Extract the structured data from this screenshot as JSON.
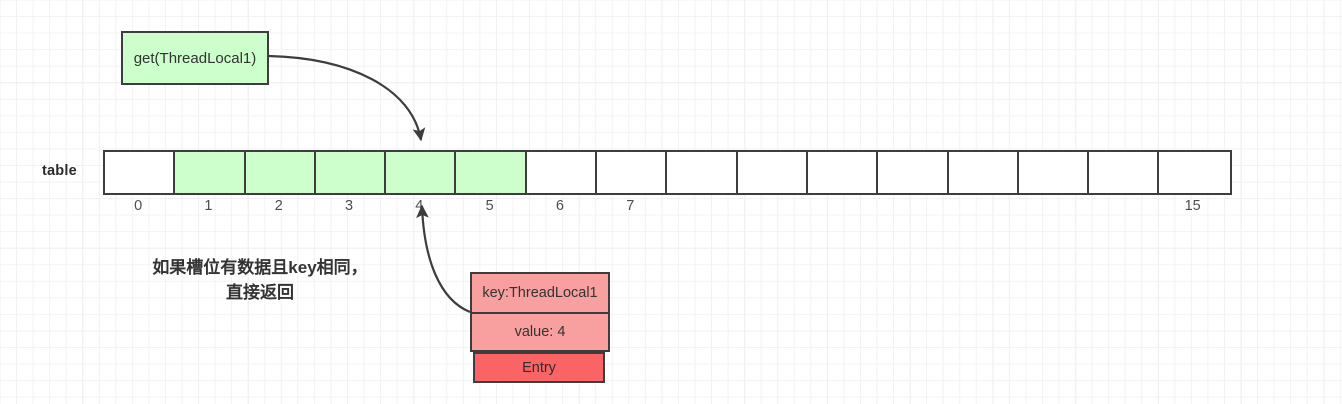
{
  "diagram": {
    "title_box": {
      "label": "get(ThreadLocal1)"
    },
    "table": {
      "label": "table",
      "slot_count": 16,
      "filled_slots": [
        1,
        2,
        3,
        4,
        5
      ],
      "indices": [
        {
          "slot": 0,
          "label": "0"
        },
        {
          "slot": 1,
          "label": "1"
        },
        {
          "slot": 2,
          "label": "2"
        },
        {
          "slot": 3,
          "label": "3"
        },
        {
          "slot": 4,
          "label": "4"
        },
        {
          "slot": 5,
          "label": "5"
        },
        {
          "slot": 6,
          "label": "6"
        },
        {
          "slot": 7,
          "label": "7"
        },
        {
          "slot": 15,
          "label": "15"
        }
      ]
    },
    "note": {
      "line1": "如果槽位有数据且key相同，",
      "line2": "直接返回"
    },
    "entry": {
      "key_label": "key:ThreadLocal1",
      "value_label": "value: 4",
      "type_label": "Entry"
    },
    "colors": {
      "green_fill": "#ccffcc",
      "red_fill": "#f8a0a0",
      "red_dark_fill": "#fa6464",
      "stroke": "#3d3d3d",
      "grid_line": "#eeeeee"
    },
    "arrows": [
      {
        "name": "call-to-slot4",
        "from": "get(ThreadLocal1)",
        "to": "slot 4 top"
      },
      {
        "name": "entry-to-slot4",
        "from": "Entry key box",
        "to": "slot 4 bottom"
      }
    ]
  }
}
